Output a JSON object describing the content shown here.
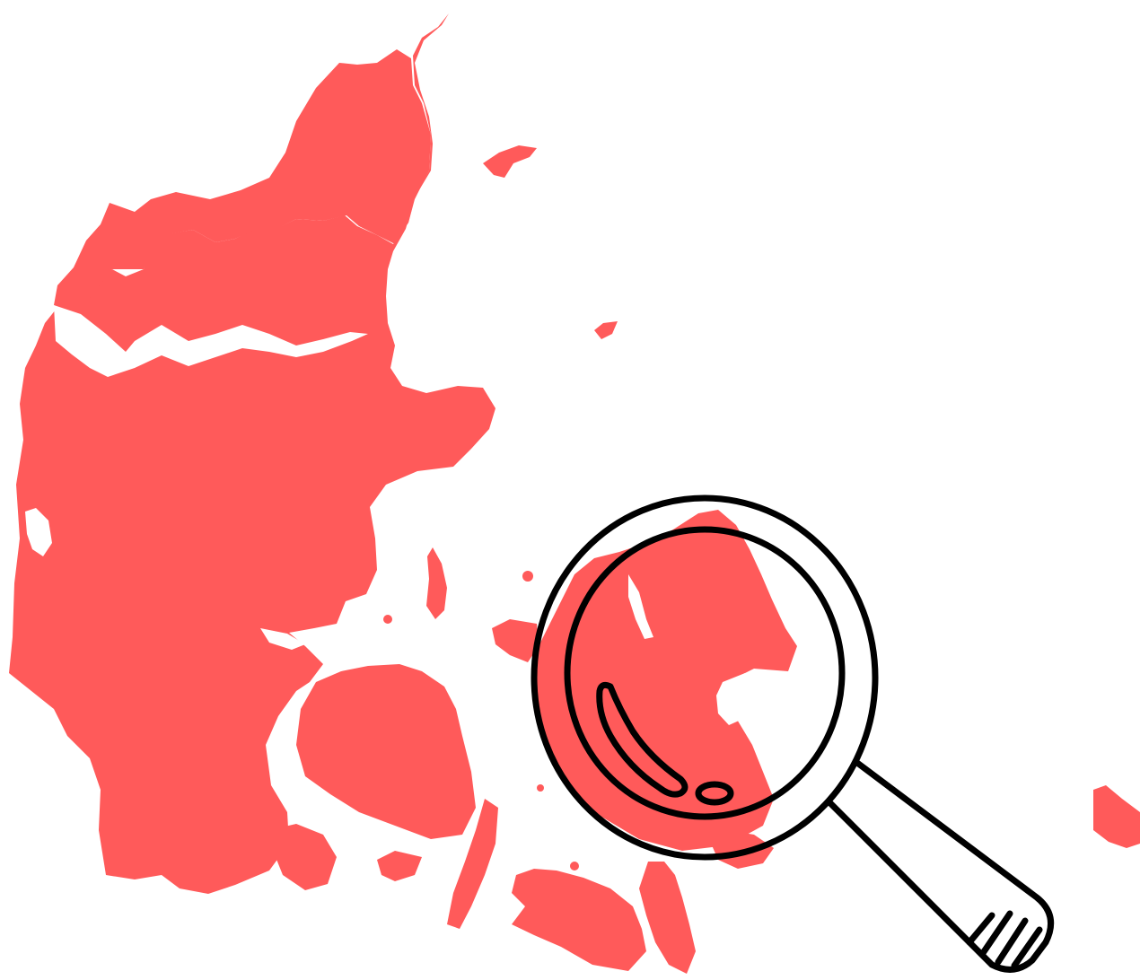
{
  "map": {
    "subject": "Denmark",
    "land_color": "#FF5A5A",
    "background_color": "#FFFFFF",
    "outline_color": "#000000",
    "regions": [
      "jutland",
      "vendsyssel",
      "funen",
      "zealand",
      "lolland",
      "falster",
      "mon",
      "bornholm",
      "anholt",
      "laeso",
      "samso"
    ]
  },
  "overlay": {
    "icon": "magnifying-glass-icon"
  }
}
